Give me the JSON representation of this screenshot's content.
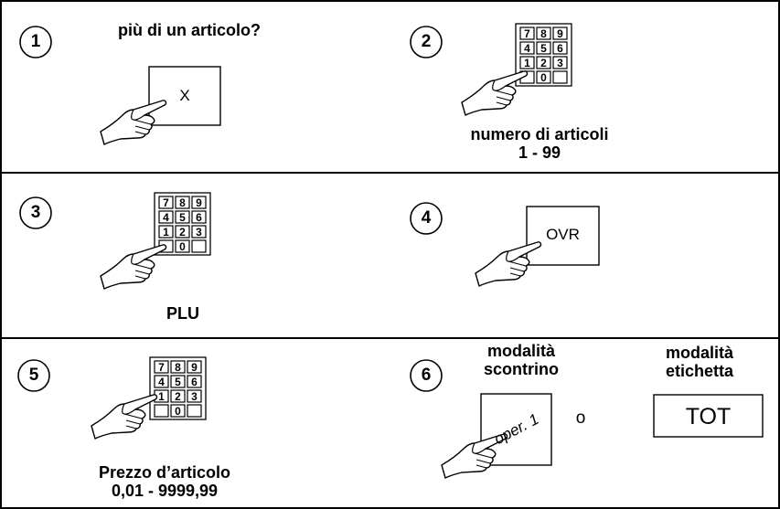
{
  "steps": [
    {
      "number": "1",
      "caption": "più di un articolo?",
      "key_label": "X"
    },
    {
      "number": "2",
      "caption_line1": "numero di articoli",
      "caption_line2": "1 - 99"
    },
    {
      "number": "3",
      "caption": "PLU"
    },
    {
      "number": "4",
      "key_label": "OVR"
    },
    {
      "number": "5",
      "caption_line1": "Prezzo d’articolo",
      "caption_line2": "0,01 - 9999,99"
    },
    {
      "number": "6",
      "receipt_mode_line1": "modalità",
      "receipt_mode_line2": "scontrino",
      "label_mode_line1": "modalità",
      "label_mode_line2": "etichetta",
      "receipt_key_label": "oper. 1",
      "or_text": "o",
      "label_key_label": "TOT"
    }
  ],
  "keypad": {
    "rows": [
      [
        "7",
        "8",
        "9"
      ],
      [
        "4",
        "5",
        "6"
      ],
      [
        "1",
        "2",
        "3"
      ],
      [
        "",
        "0",
        ""
      ]
    ]
  },
  "icons": [
    "hand-pointing-icon"
  ]
}
